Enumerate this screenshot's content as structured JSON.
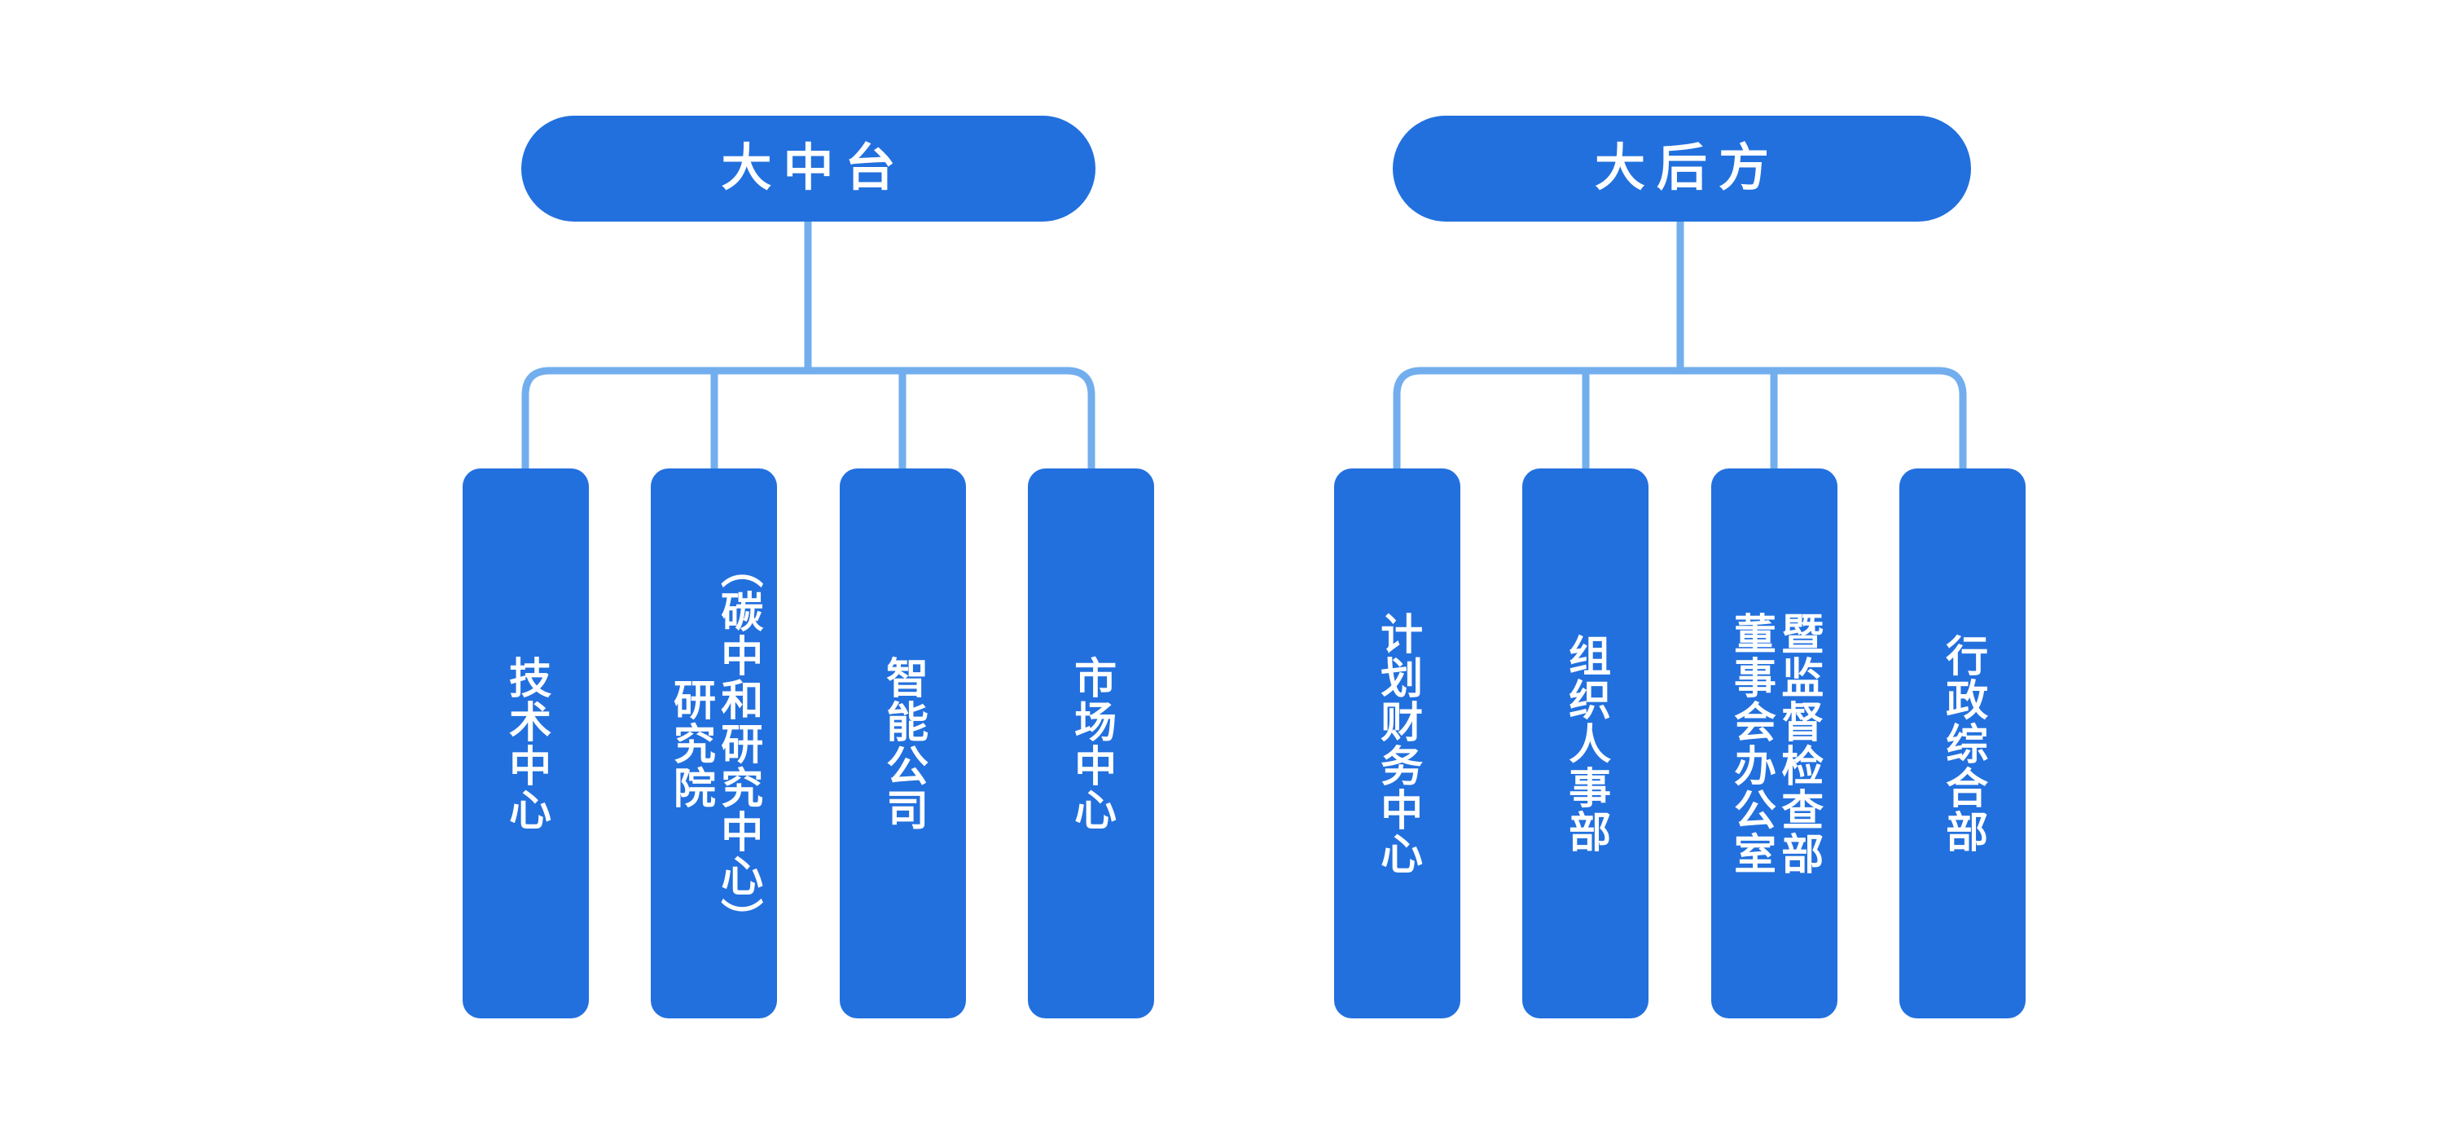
{
  "diagram": {
    "title_visible": false,
    "background_color": "#ffffff",
    "node_color": "#2270de",
    "connector_color": "#72aeee",
    "text_color": "#ffffff",
    "orientation": "top-down-org-chart",
    "text_direction": "vertical-rl"
  },
  "groups": [
    {
      "id": "mid-platform",
      "header": {
        "label": "大中台"
      },
      "children": [
        {
          "id": "tech-center",
          "columns": [
            "技术中心"
          ],
          "full_text": "技术中心"
        },
        {
          "id": "research-inst",
          "columns": [
            "研究院",
            "（碳中和研究中心）"
          ],
          "full_text": "研究院（碳中和研究中心）"
        },
        {
          "id": "smart-company",
          "columns": [
            "智能公司"
          ],
          "full_text": "智能公司"
        },
        {
          "id": "market-center",
          "columns": [
            "市场中心"
          ],
          "full_text": "市场中心"
        }
      ]
    },
    {
      "id": "rear-support",
      "header": {
        "label": "大后方"
      },
      "children": [
        {
          "id": "plan-finance",
          "columns": [
            "计划财务中心"
          ],
          "full_text": "计划财务中心"
        },
        {
          "id": "org-personnel",
          "columns": [
            "组织人事部"
          ],
          "full_text": "组织人事部"
        },
        {
          "id": "board-office",
          "columns": [
            "董事会办公室",
            "暨监督检查部"
          ],
          "full_text": "董事会办公室暨监督检查部"
        },
        {
          "id": "admin-dept",
          "columns": [
            "行政综合部"
          ],
          "full_text": "行政综合部"
        }
      ]
    }
  ]
}
